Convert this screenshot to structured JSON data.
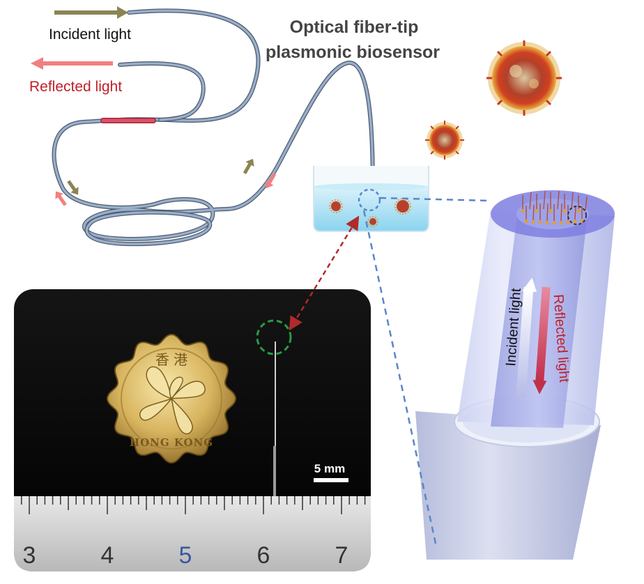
{
  "title_line1": "Optical fiber-tip",
  "title_line2": "plasmonic biosensor",
  "incident_label": "Incident light",
  "reflected_label": "Reflected light",
  "tip_incident_label": "Incident light",
  "tip_reflected_label": "Reflected light",
  "scale_bar_label": "5 mm",
  "ruler_numbers": [
    "3",
    "4",
    "5",
    "6",
    "7"
  ],
  "coin_text_top": "香 港",
  "coin_text_bottom": "HONG KONG",
  "colors": {
    "incident_arrow": "#8b8453",
    "reflected_arrow": "#f08080",
    "reflected_text": "#c0202a",
    "fiber": "#8095b0",
    "highlight_segment": "#e0506a",
    "dashed_blue": "#5a86c8",
    "dashed_red": "#b02a2a",
    "dashed_green": "#2a9a4a"
  }
}
